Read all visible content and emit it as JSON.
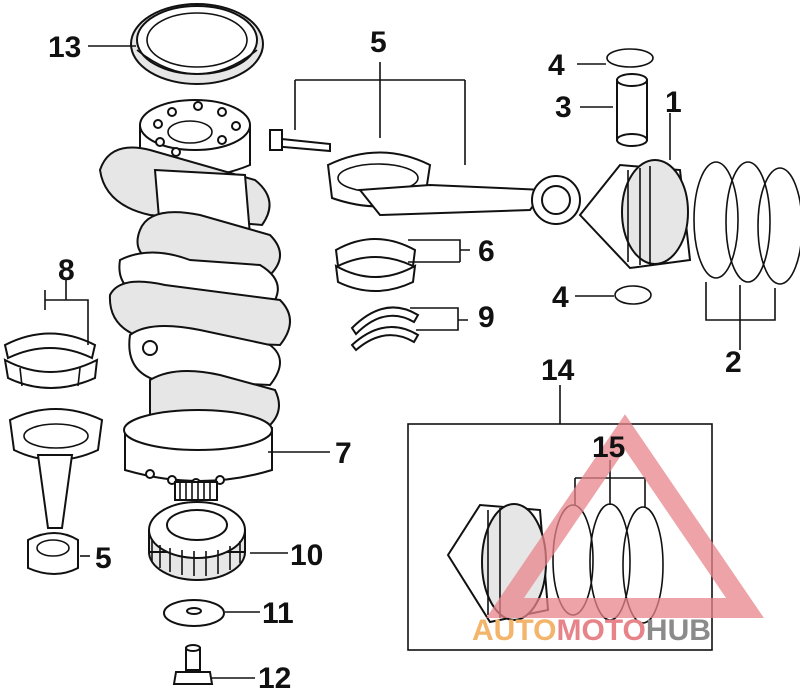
{
  "callouts": {
    "n1": "1",
    "n2": "2",
    "n3": "3",
    "n4a": "4",
    "n4b": "4",
    "n5a": "5",
    "n5b": "5",
    "n6": "6",
    "n7": "7",
    "n8": "8",
    "n9": "9",
    "n10": "10",
    "n11": "11",
    "n12": "12",
    "n13": "13",
    "n14": "14",
    "n15": "15"
  },
  "watermark": {
    "part1": "AUTO",
    "part2": "MOTO",
    "part3": "HUB",
    "colors": {
      "auto": "#f2b56b",
      "moto": "#e7848a",
      "hub": "#8b8b8b"
    }
  }
}
